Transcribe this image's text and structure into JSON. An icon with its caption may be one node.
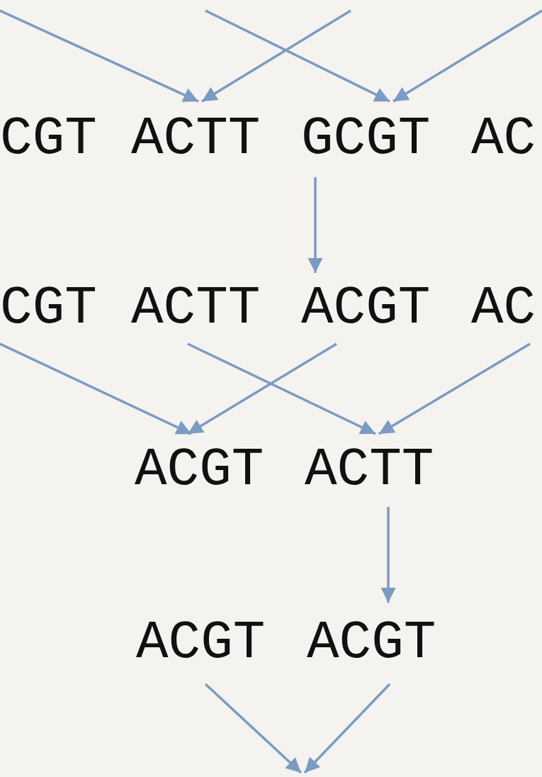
{
  "diagram": {
    "nodes": [
      {
        "text": [
          "CGT"
        ]
      },
      {
        "text": [
          "ACTT"
        ]
      },
      {
        "text": [
          "GCGT"
        ]
      },
      {
        "text": [
          "AC"
        ]
      },
      {
        "text": [
          "CGT"
        ]
      },
      {
        "text": [
          "ACTT"
        ]
      },
      {
        "text": [
          "ACGT"
        ]
      },
      {
        "text": [
          "AC"
        ]
      },
      {
        "text": [
          "ACGT"
        ]
      },
      {
        "text": [
          "ACTT"
        ]
      },
      {
        "text": [
          "ACGT"
        ]
      },
      {
        "text": [
          "ACGT"
        ]
      }
    ],
    "edges": [
      {
        "from": null,
        "to": 1,
        "arrow": "to"
      },
      {
        "from": null,
        "to": 1,
        "arrow": "to"
      },
      {
        "from": null,
        "to": 2,
        "arrow": "to"
      },
      {
        "from": null,
        "to": 2,
        "arrow": "to"
      },
      {
        "from": 2,
        "to": 6,
        "arrow": "to"
      },
      {
        "from": 4,
        "to": 8,
        "arrow": "to"
      },
      {
        "from": 6,
        "to": 8,
        "arrow": "to"
      },
      {
        "from": 5,
        "to": 9,
        "arrow": "to"
      },
      {
        "from": 7,
        "to": 9,
        "arrow": "to"
      },
      {
        "from": 9,
        "to": 11,
        "arrow": "to"
      },
      {
        "from": 10,
        "to": null,
        "arrow": "to"
      },
      {
        "from": 11,
        "to": null,
        "arrow": "to"
      }
    ]
  }
}
